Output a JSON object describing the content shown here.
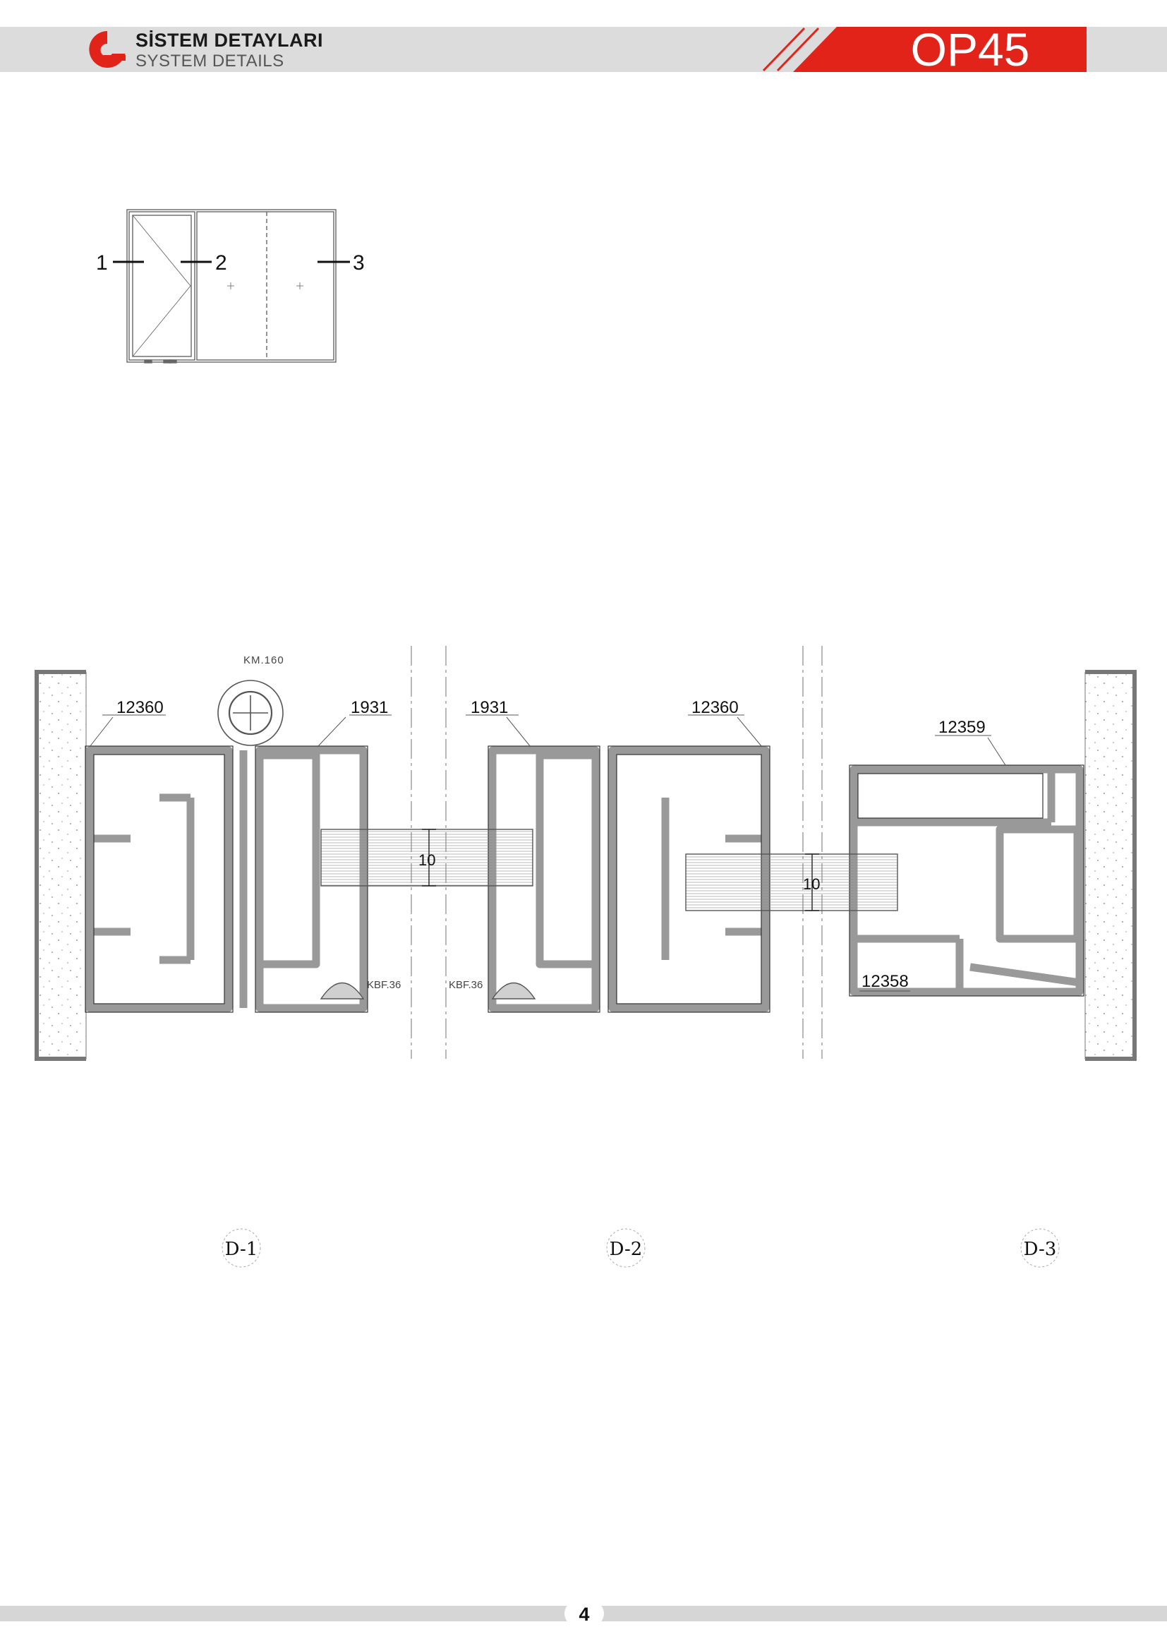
{
  "header": {
    "title_tr": "SİSTEM DETAYLARI",
    "title_en": "SYSTEM DETAILS",
    "series": "OP45",
    "brand_color": "#e2231a"
  },
  "key_plan": {
    "markers": [
      "1",
      "2",
      "3"
    ]
  },
  "section": {
    "profile_codes": {
      "frame_left": "12360",
      "sash_left": "1931",
      "sash_right": "1931",
      "frame_right": "12360",
      "side_profile": "12359",
      "bottom_profile": "12358"
    },
    "accessories": {
      "roller": "KM.160",
      "brush_left": "KBF.36",
      "brush_right": "KBF.36"
    },
    "glass_dimensions": [
      "10",
      "10"
    ]
  },
  "details": [
    "D-1",
    "D-2",
    "D-3"
  ],
  "footer": {
    "page_number": "4"
  }
}
